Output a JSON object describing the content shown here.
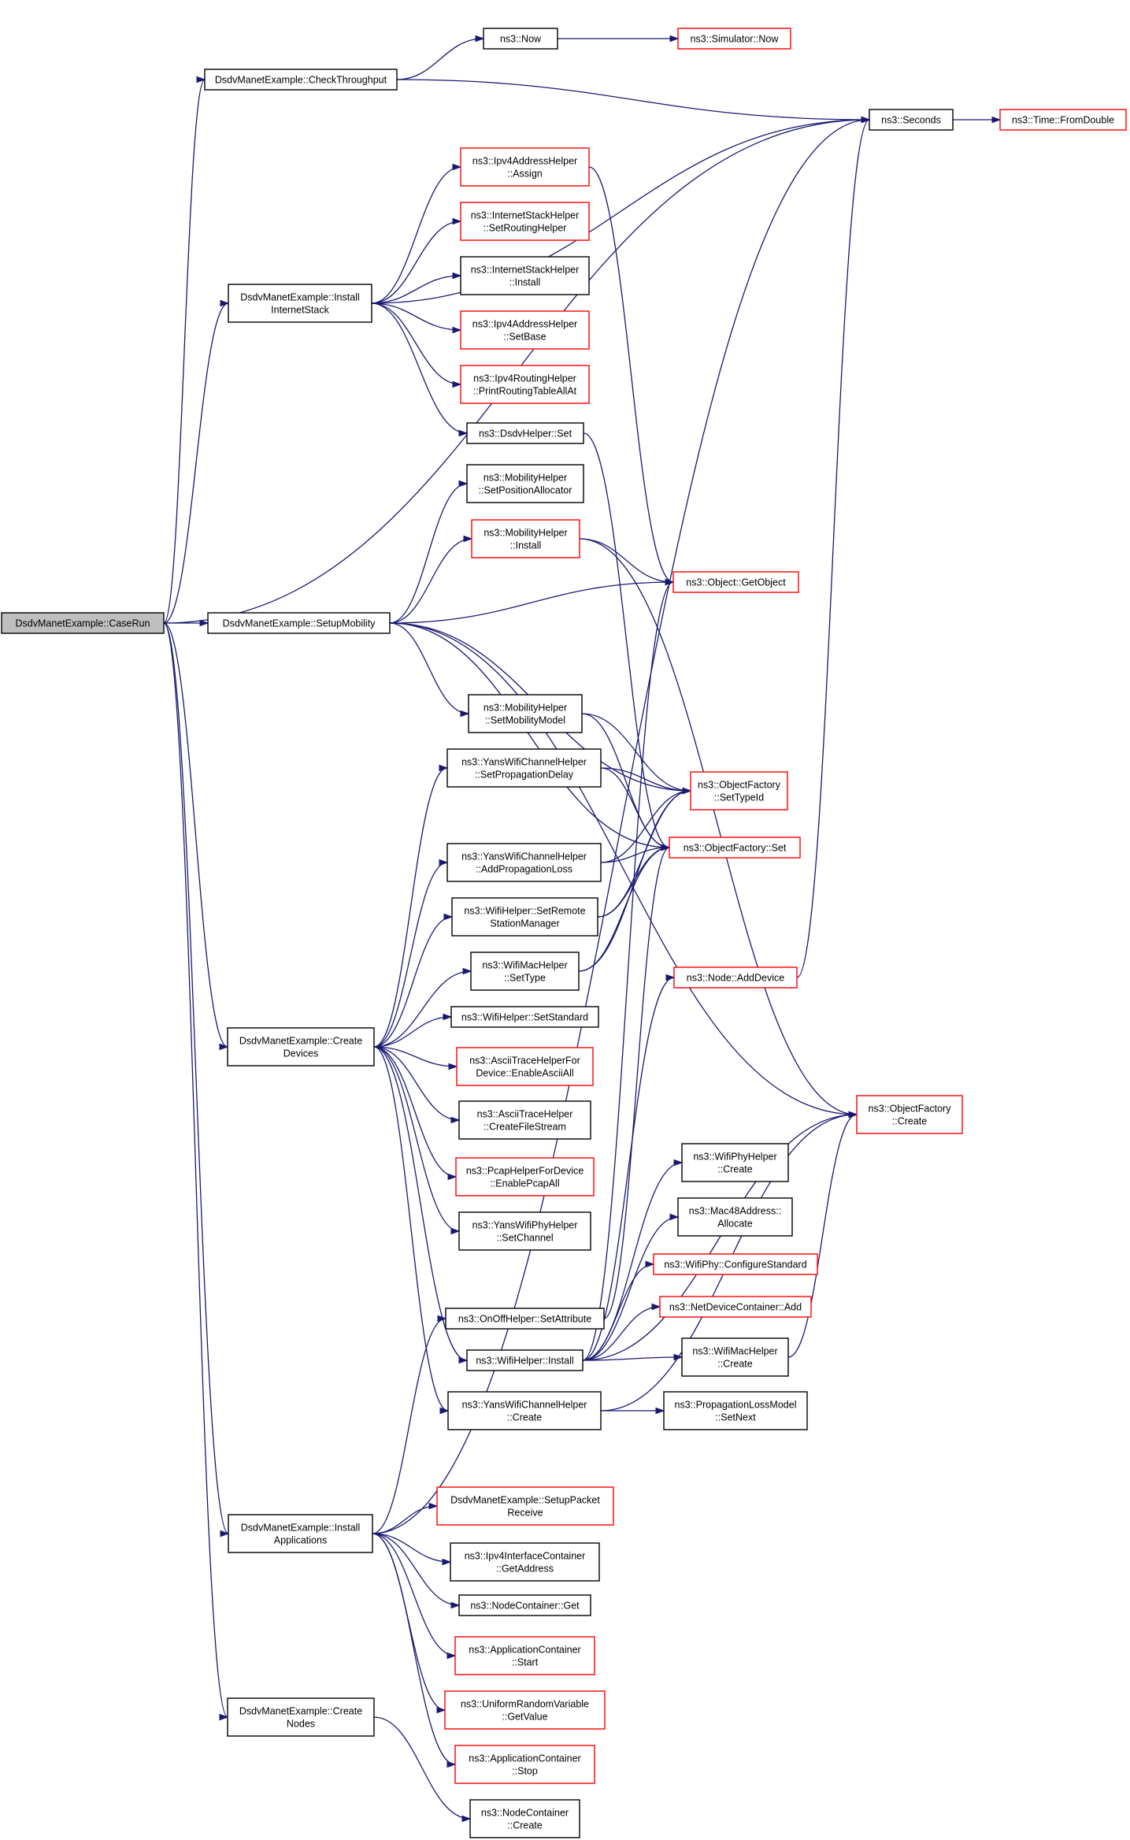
{
  "colors": {
    "edge": "#191970",
    "node_border_default": "#000000",
    "node_border_incomplete": "#ff0000",
    "root_fill": "#bfbfbf",
    "node_fill": "#ffffff"
  },
  "nodes": [
    {
      "id": "caserun",
      "label": [
        "DsdvManetExample::CaseRun"
      ],
      "style": "root"
    },
    {
      "id": "checkthroughput",
      "label": [
        "DsdvManetExample::CheckThroughput"
      ],
      "style": "black"
    },
    {
      "id": "now",
      "label": [
        "ns3::Now"
      ],
      "style": "black"
    },
    {
      "id": "simnow",
      "label": [
        "ns3::Simulator::Now"
      ],
      "style": "red"
    },
    {
      "id": "seconds",
      "label": [
        "ns3::Seconds"
      ],
      "style": "black"
    },
    {
      "id": "fromdouble",
      "label": [
        "ns3::Time::FromDouble"
      ],
      "style": "red"
    },
    {
      "id": "installinternetstack",
      "label": [
        "DsdvManetExample::Install",
        "InternetStack"
      ],
      "style": "black"
    },
    {
      "id": "ipv4assign",
      "label": [
        "ns3::Ipv4AddressHelper",
        "::Assign"
      ],
      "style": "red"
    },
    {
      "id": "setroutinghelper",
      "label": [
        "ns3::InternetStackHelper",
        "::SetRoutingHelper"
      ],
      "style": "red"
    },
    {
      "id": "internetinstall",
      "label": [
        "ns3::InternetStackHelper",
        "::Install"
      ],
      "style": "black"
    },
    {
      "id": "setbase",
      "label": [
        "ns3::Ipv4AddressHelper",
        "::SetBase"
      ],
      "style": "red"
    },
    {
      "id": "printrouting",
      "label": [
        "ns3::Ipv4RoutingHelper",
        "::PrintRoutingTableAllAt"
      ],
      "style": "red"
    },
    {
      "id": "dsdvset",
      "label": [
        "ns3::DsdvHelper::Set"
      ],
      "style": "black"
    },
    {
      "id": "setposalloc",
      "label": [
        "ns3::MobilityHelper",
        "::SetPositionAllocator"
      ],
      "style": "black"
    },
    {
      "id": "mobinstall",
      "label": [
        "ns3::MobilityHelper",
        "::Install"
      ],
      "style": "red"
    },
    {
      "id": "getobject",
      "label": [
        "ns3::Object::GetObject"
      ],
      "style": "red"
    },
    {
      "id": "setupmobility",
      "label": [
        "DsdvManetExample::SetupMobility"
      ],
      "style": "black"
    },
    {
      "id": "setmobmodel",
      "label": [
        "ns3::MobilityHelper",
        "::SetMobilityModel"
      ],
      "style": "black"
    },
    {
      "id": "setpropdelay",
      "label": [
        "ns3::YansWifiChannelHelper",
        "::SetPropagationDelay"
      ],
      "style": "black"
    },
    {
      "id": "settypeid",
      "label": [
        "ns3::ObjectFactory",
        "::SetTypeId"
      ],
      "style": "red"
    },
    {
      "id": "addproploss",
      "label": [
        "ns3::YansWifiChannelHelper",
        "::AddPropagationLoss"
      ],
      "style": "black"
    },
    {
      "id": "ofset",
      "label": [
        "ns3::ObjectFactory::Set"
      ],
      "style": "red"
    },
    {
      "id": "setremote",
      "label": [
        "ns3::WifiHelper::SetRemote",
        "StationManager"
      ],
      "style": "black"
    },
    {
      "id": "macsettype",
      "label": [
        "ns3::WifiMacHelper",
        "::SetType"
      ],
      "style": "black"
    },
    {
      "id": "adddevice",
      "label": [
        "ns3::Node::AddDevice"
      ],
      "style": "red"
    },
    {
      "id": "setstandard",
      "label": [
        "ns3::WifiHelper::SetStandard"
      ],
      "style": "black"
    },
    {
      "id": "createdevices",
      "label": [
        "DsdvManetExample::Create",
        "Devices"
      ],
      "style": "black"
    },
    {
      "id": "enableascii",
      "label": [
        "ns3::AsciiTraceHelperFor",
        "Device::EnableAsciiAll"
      ],
      "style": "red"
    },
    {
      "id": "createfilestream",
      "label": [
        "ns3::AsciiTraceHelper",
        "::CreateFileStream"
      ],
      "style": "black"
    },
    {
      "id": "ofcreate",
      "label": [
        "ns3::ObjectFactory",
        "::Create"
      ],
      "style": "red"
    },
    {
      "id": "phycreate",
      "label": [
        "ns3::WifiPhyHelper",
        "::Create"
      ],
      "style": "black"
    },
    {
      "id": "enablepcap",
      "label": [
        "ns3::PcapHelperForDevice",
        "::EnablePcapAll"
      ],
      "style": "red"
    },
    {
      "id": "mac48",
      "label": [
        "ns3::Mac48Address::",
        "Allocate"
      ],
      "style": "black"
    },
    {
      "id": "setchannel",
      "label": [
        "ns3::YansWifiPhyHelper",
        "::SetChannel"
      ],
      "style": "black"
    },
    {
      "id": "configstandard",
      "label": [
        "ns3::WifiPhy::ConfigureStandard"
      ],
      "style": "red"
    },
    {
      "id": "ndcadd",
      "label": [
        "ns3::NetDeviceContainer::Add"
      ],
      "style": "red"
    },
    {
      "id": "onoffset",
      "label": [
        "ns3::OnOffHelper::SetAttribute"
      ],
      "style": "black"
    },
    {
      "id": "wifiinstall",
      "label": [
        "ns3::WifiHelper::Install"
      ],
      "style": "black"
    },
    {
      "id": "maccreate",
      "label": [
        "ns3::WifiMacHelper",
        "::Create"
      ],
      "style": "black"
    },
    {
      "id": "channelcreate",
      "label": [
        "ns3::YansWifiChannelHelper",
        "::Create"
      ],
      "style": "black"
    },
    {
      "id": "setnext",
      "label": [
        "ns3::PropagationLossModel",
        "::SetNext"
      ],
      "style": "black"
    },
    {
      "id": "setuppacket",
      "label": [
        "DsdvManetExample::SetupPacket",
        "Receive"
      ],
      "style": "red"
    },
    {
      "id": "installapps",
      "label": [
        "DsdvManetExample::Install",
        "Applications"
      ],
      "style": "black"
    },
    {
      "id": "getaddress",
      "label": [
        "ns3::Ipv4InterfaceContainer",
        "::GetAddress"
      ],
      "style": "black"
    },
    {
      "id": "ncget",
      "label": [
        "ns3::NodeContainer::Get"
      ],
      "style": "black"
    },
    {
      "id": "appstart",
      "label": [
        "ns3::ApplicationContainer",
        "::Start"
      ],
      "style": "red"
    },
    {
      "id": "getvalue",
      "label": [
        "ns3::UniformRandomVariable",
        "::GetValue"
      ],
      "style": "red"
    },
    {
      "id": "createnodes",
      "label": [
        "DsdvManetExample::Create",
        "Nodes"
      ],
      "style": "black"
    },
    {
      "id": "appstop",
      "label": [
        "ns3::ApplicationContainer",
        "::Stop"
      ],
      "style": "red"
    },
    {
      "id": "nccreate",
      "label": [
        "ns3::NodeContainer",
        "::Create"
      ],
      "style": "black"
    }
  ],
  "edges": [
    [
      "caserun",
      "seconds"
    ],
    [
      "caserun",
      "checkthroughput"
    ],
    [
      "caserun",
      "installinternetstack"
    ],
    [
      "caserun",
      "setupmobility"
    ],
    [
      "caserun",
      "createdevices"
    ],
    [
      "caserun",
      "installapps"
    ],
    [
      "caserun",
      "createnodes"
    ],
    [
      "checkthroughput",
      "now"
    ],
    [
      "checkthroughput",
      "seconds"
    ],
    [
      "now",
      "simnow"
    ],
    [
      "seconds",
      "fromdouble"
    ],
    [
      "installinternetstack",
      "seconds"
    ],
    [
      "installinternetstack",
      "ipv4assign"
    ],
    [
      "installinternetstack",
      "setroutinghelper"
    ],
    [
      "installinternetstack",
      "internetinstall"
    ],
    [
      "installinternetstack",
      "setbase"
    ],
    [
      "installinternetstack",
      "printrouting"
    ],
    [
      "installinternetstack",
      "dsdvset"
    ],
    [
      "ipv4assign",
      "getobject"
    ],
    [
      "dsdvset",
      "ofset"
    ],
    [
      "setupmobility",
      "setposalloc"
    ],
    [
      "setupmobility",
      "mobinstall"
    ],
    [
      "setupmobility",
      "getobject"
    ],
    [
      "setupmobility",
      "setmobmodel"
    ],
    [
      "setupmobility",
      "settypeid"
    ],
    [
      "setupmobility",
      "ofset"
    ],
    [
      "setupmobility",
      "ofcreate"
    ],
    [
      "mobinstall",
      "getobject"
    ],
    [
      "mobinstall",
      "ofcreate"
    ],
    [
      "setmobmodel",
      "settypeid"
    ],
    [
      "setmobmodel",
      "ofset"
    ],
    [
      "setpropdelay",
      "settypeid"
    ],
    [
      "setpropdelay",
      "ofset"
    ],
    [
      "addproploss",
      "settypeid"
    ],
    [
      "addproploss",
      "ofset"
    ],
    [
      "setremote",
      "settypeid"
    ],
    [
      "setremote",
      "ofset"
    ],
    [
      "macsettype",
      "settypeid"
    ],
    [
      "macsettype",
      "ofset"
    ],
    [
      "adddevice",
      "seconds"
    ],
    [
      "createdevices",
      "setpropdelay"
    ],
    [
      "createdevices",
      "addproploss"
    ],
    [
      "createdevices",
      "setremote"
    ],
    [
      "createdevices",
      "macsettype"
    ],
    [
      "createdevices",
      "setstandard"
    ],
    [
      "createdevices",
      "enableascii"
    ],
    [
      "createdevices",
      "createfilestream"
    ],
    [
      "createdevices",
      "enablepcap"
    ],
    [
      "createdevices",
      "setchannel"
    ],
    [
      "createdevices",
      "wifiinstall"
    ],
    [
      "createdevices",
      "channelcreate"
    ],
    [
      "wifiinstall",
      "getobject"
    ],
    [
      "wifiinstall",
      "adddevice"
    ],
    [
      "wifiinstall",
      "ofcreate"
    ],
    [
      "wifiinstall",
      "phycreate"
    ],
    [
      "wifiinstall",
      "mac48"
    ],
    [
      "wifiinstall",
      "configstandard"
    ],
    [
      "wifiinstall",
      "ndcadd"
    ],
    [
      "wifiinstall",
      "maccreate"
    ],
    [
      "maccreate",
      "ofcreate"
    ],
    [
      "channelcreate",
      "setnext"
    ],
    [
      "channelcreate",
      "ofcreate"
    ],
    [
      "onoffset",
      "ofset"
    ],
    [
      "installapps",
      "seconds"
    ],
    [
      "installapps",
      "onoffset"
    ],
    [
      "installapps",
      "setuppacket"
    ],
    [
      "installapps",
      "getaddress"
    ],
    [
      "installapps",
      "ncget"
    ],
    [
      "installapps",
      "appstart"
    ],
    [
      "installapps",
      "getvalue"
    ],
    [
      "installapps",
      "appstop"
    ],
    [
      "createnodes",
      "nccreate"
    ]
  ]
}
